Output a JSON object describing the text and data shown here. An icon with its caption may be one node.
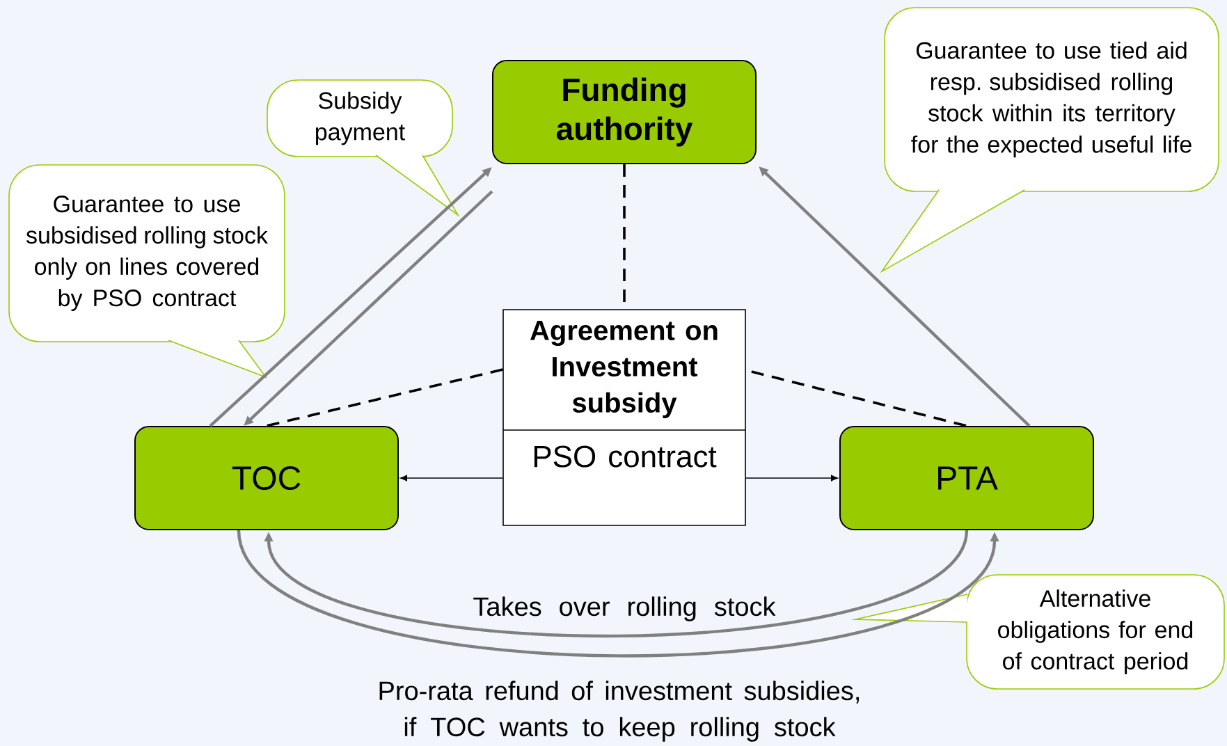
{
  "diagram": {
    "nodes": [
      {
        "text": [
          "Funding authority"
        ]
      },
      {
        "text": [
          "Agreement on Investment subsidy",
          "PSO contract"
        ]
      },
      {
        "text": [
          "TOC"
        ]
      },
      {
        "text": [
          "PTA"
        ]
      },
      {
        "text": [
          "Subsidy payment"
        ]
      },
      {
        "text": [
          "Guarantee to use subsidised rolling stock only on lines covered by PSO contract"
        ]
      },
      {
        "text": [
          "Guarantee to use tied aid resp. subsidised rolling stock within its territory for the expected useful life"
        ]
      },
      {
        "text": [
          "Alternative obligations for end of contract period"
        ]
      }
    ],
    "edges": [
      {
        "from": 2,
        "to": 0,
        "arrow": "to"
      },
      {
        "from": 0,
        "to": 2,
        "arrow": "to"
      },
      {
        "from": 3,
        "to": 0,
        "arrow": "to"
      },
      {
        "from": 0,
        "to": 1,
        "arrow": "none",
        "style": "dashed",
        "color": "#000000"
      },
      {
        "from": 1,
        "to": 2,
        "arrow": "none",
        "style": "dashed",
        "color": "#000000"
      },
      {
        "from": 1,
        "to": 3,
        "arrow": "none",
        "style": "dashed",
        "color": "#000000"
      },
      {
        "from": 1,
        "to": 2,
        "arrow": "to",
        "color": "#000000"
      },
      {
        "from": 1,
        "to": 3,
        "arrow": "to",
        "color": "#000000"
      },
      {
        "from": 3,
        "to": 2,
        "arrow": "to",
        "label": "Takes over rolling stock"
      },
      {
        "from": 2,
        "to": 3,
        "arrow": "to",
        "label": "Pro-rata refund of investment subsidies, if TOC wants to keep rolling stock"
      }
    ]
  }
}
